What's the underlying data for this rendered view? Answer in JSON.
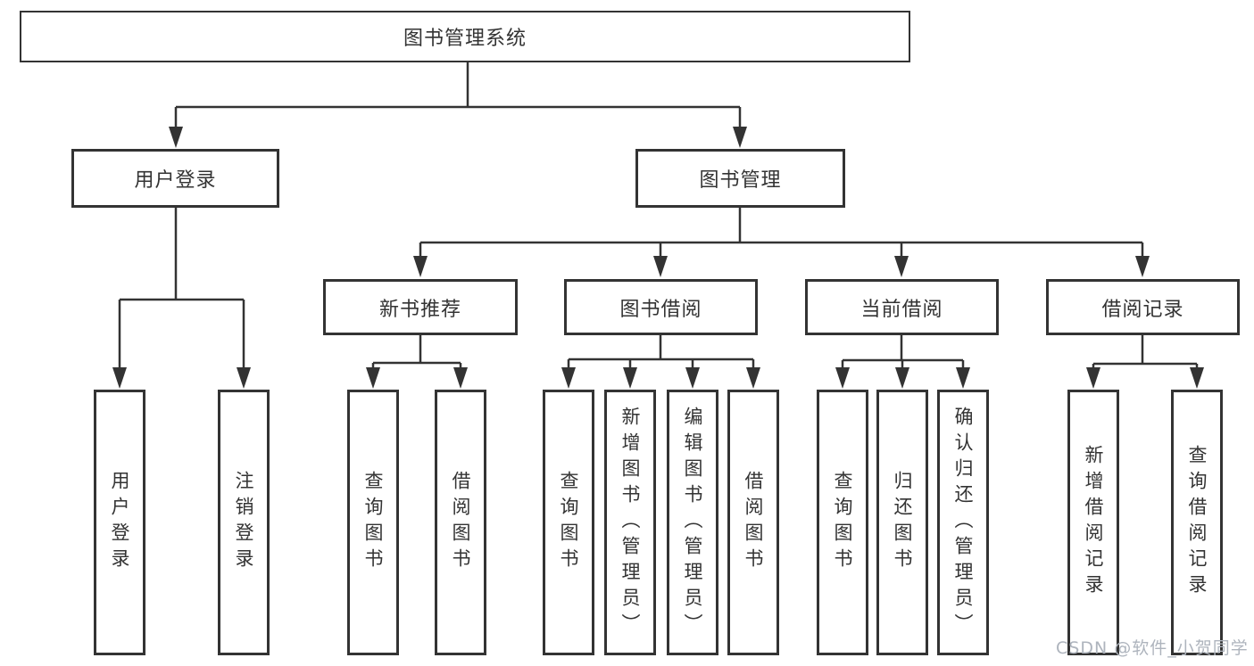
{
  "tree": {
    "root": "图书管理系统",
    "user_login": {
      "label": "用户登录",
      "children": [
        "用户登录",
        "注销登录"
      ]
    },
    "book_mgmt": {
      "label": "图书管理",
      "sections": [
        {
          "label": "新书推荐",
          "children": [
            "查询图书",
            "借阅图书"
          ]
        },
        {
          "label": "图书借阅",
          "children": [
            "查询图书",
            "新增图书（管理员）",
            "编辑图书（管理员）",
            "借阅图书"
          ]
        },
        {
          "label": "当前借阅",
          "children": [
            "查询图书",
            "归还图书",
            "确认归还（管理员）"
          ]
        },
        {
          "label": "借阅记录",
          "children": [
            "新增借阅记录",
            "查询借阅记录"
          ]
        }
      ]
    }
  },
  "watermark": "CSDN @软件_小贺同学",
  "colors": {
    "line": "#333333",
    "box_fill": "#ffffff",
    "text": "#333333",
    "watermark": "#aeb4bd"
  }
}
